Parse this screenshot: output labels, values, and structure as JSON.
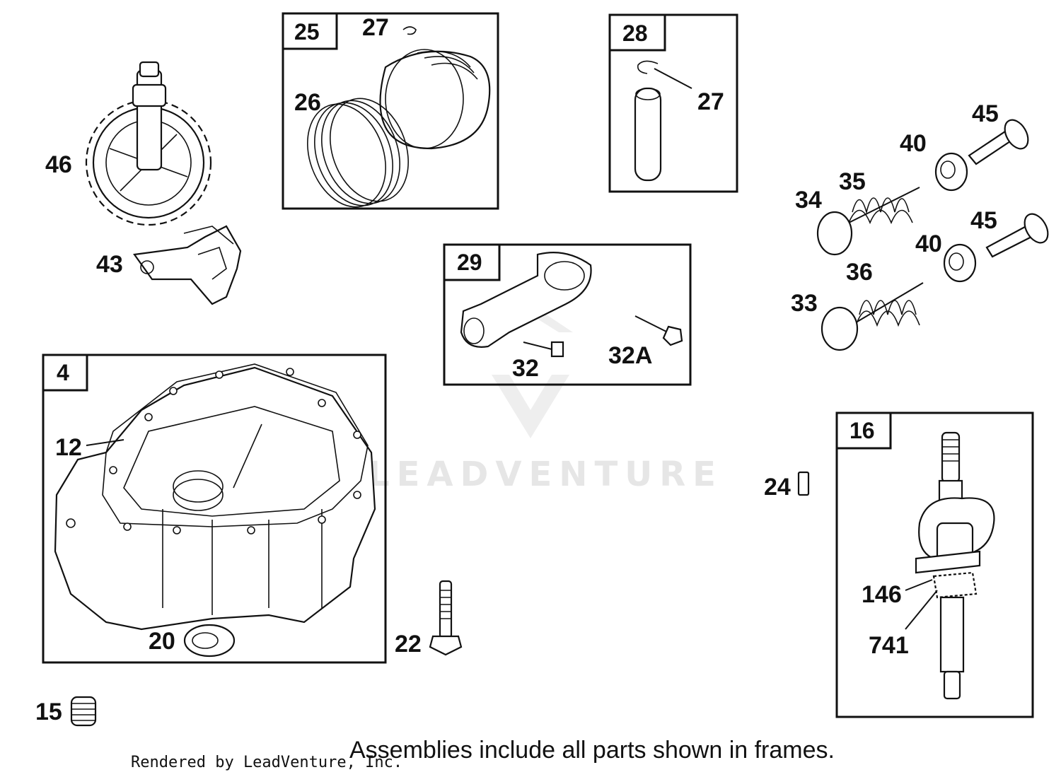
{
  "watermark": "LEADVENTURE",
  "footer": {
    "credit": "Rendered by LeadVenture, Inc.",
    "note": "Assemblies include all parts shown in frames."
  },
  "frames": {
    "f25": "25",
    "f28": "28",
    "f29": "29",
    "f4": "4",
    "f16": "16"
  },
  "labels": {
    "p27a": "27",
    "p26": "26",
    "p27b": "27",
    "p46": "46",
    "p43": "43",
    "p45a": "45",
    "p40a": "40",
    "p35": "35",
    "p34": "34",
    "p45b": "45",
    "p40b": "40",
    "p36": "36",
    "p33": "33",
    "p32": "32",
    "p32A": "32A",
    "p12": "12",
    "p20": "20",
    "p22": "22",
    "p24": "24",
    "p146": "146",
    "p741": "741",
    "p15": "15"
  }
}
